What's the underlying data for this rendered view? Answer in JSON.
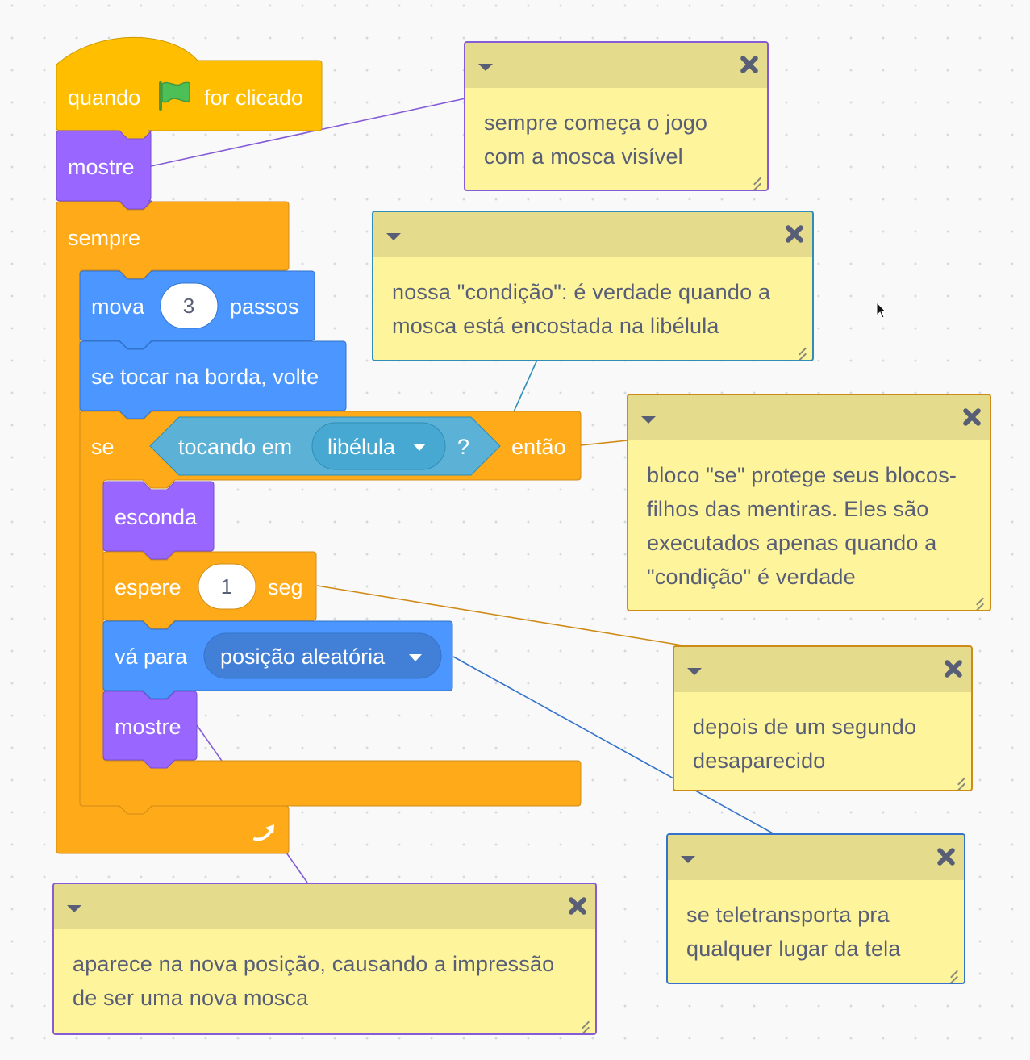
{
  "script": {
    "hat": {
      "label1": "quando",
      "flag_icon": "green-flag-icon",
      "label2": "for clicado"
    },
    "show_1": "mostre",
    "forever": "sempre",
    "move": {
      "label1": "mova",
      "steps": "3",
      "label2": "passos"
    },
    "bounce": "se tocar na borda, volte",
    "if_block": {
      "label_if": "se",
      "label_then": "então"
    },
    "touching": {
      "label": "tocando em",
      "target": "libélula",
      "question": "?"
    },
    "hide": "esconda",
    "wait": {
      "label1": "espere",
      "seconds": "1",
      "label2": "seg"
    },
    "goto": {
      "label": "vá para",
      "target": "posição aleatória"
    },
    "show_2": "mostre"
  },
  "comments": [
    {
      "id": "show",
      "text": "sempre começa o jogo com a mosca visível"
    },
    {
      "id": "condition",
      "text": "nossa \"condição\": é verdade quando a mosca está encostada na libélula"
    },
    {
      "id": "if",
      "text": "bloco \"se\" protege seus blocos-filhos das mentiras. Eles são executados apenas quando a \"condição\" é verdade"
    },
    {
      "id": "wait",
      "text": "depois de um segundo desaparecido"
    },
    {
      "id": "goto",
      "text": "se teletransporta pra qualquer lugar da tela"
    },
    {
      "id": "show2",
      "text": "aparece na nova posição, causando a impressão de ser uma nova mosca"
    }
  ],
  "colors": {
    "events": "#ffbf00",
    "looks": "#9966ff",
    "control": "#ffab19",
    "motion": "#4c97ff",
    "sensing": "#5cb1d6",
    "comment": "#fef49c"
  }
}
